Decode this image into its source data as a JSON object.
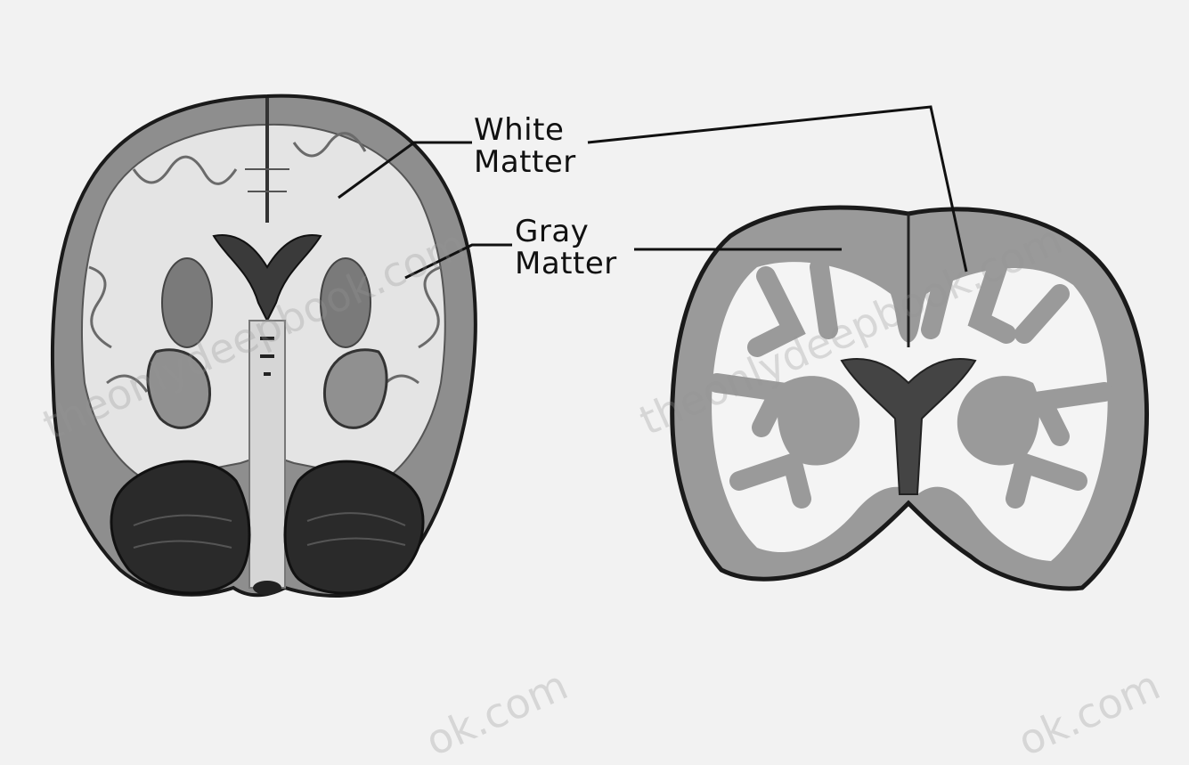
{
  "labels": {
    "white_matter": {
      "line1": "White",
      "line2": "Matter"
    },
    "gray_matter": {
      "line1": "Gray",
      "line2": "Matter"
    }
  },
  "watermarks": [
    "theonlydeepbook.com",
    "theonlydeepbook.com",
    "ok.com",
    "ok.com"
  ],
  "colors": {
    "background": "#f2f2f2",
    "white_matter": "#f4f4f4",
    "gray_matter": "#9a9a9a",
    "outline": "#1a1a1a",
    "ventricle": "#3a3a3a",
    "cerebellum": "#2a2a2a"
  }
}
